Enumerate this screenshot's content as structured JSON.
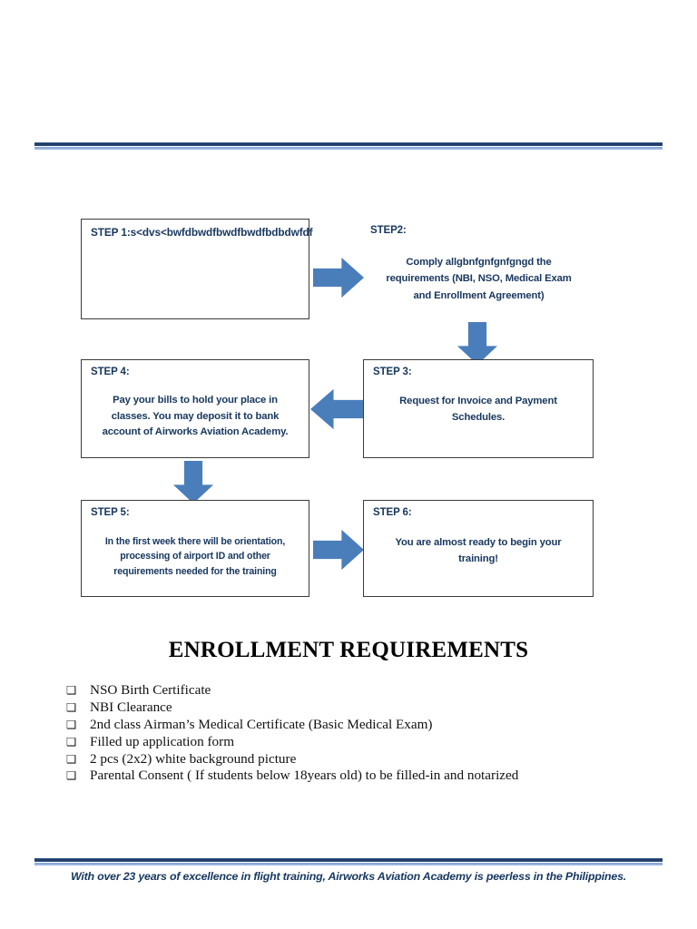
{
  "document": {
    "header_rule": {
      "color_dark": "#1f3864",
      "color_light": "#8faadc"
    },
    "footer_rule": {
      "color_dark": "#1f3864",
      "color_light": "#8faadc"
    }
  },
  "flowchart": {
    "accent_color": "#4a7ebb",
    "text_color": "#17375e",
    "border_color": "#3b3b3b",
    "steps": [
      {
        "id": "step-1",
        "title": "STEP 1:s<dvs<bwfdbwdfbwdfbwdfbdbdwfdf",
        "body_lines": [],
        "boxed": true
      },
      {
        "id": "step-2",
        "title": "STEP2:",
        "body_lines": [
          "Comply allgbnfgnfgnfgngd the",
          "requirements (NBI, NSO, Medical Exam",
          "and Enrollment Agreement)"
        ],
        "boxed": false
      },
      {
        "id": "step-3",
        "title": "STEP 3:",
        "body_lines": [
          "Request for Invoice and Payment",
          "Schedules."
        ],
        "boxed": true
      },
      {
        "id": "step-4",
        "title": "STEP 4:",
        "body_lines": [
          "Pay your bills to hold your place in",
          "classes. You may deposit it to bank",
          "account of Airworks Aviation Academy."
        ],
        "boxed": true
      },
      {
        "id": "step-5",
        "title": "STEP 5:",
        "body_lines": [
          "In the first week there will be orientation,",
          "processing of airport ID and other",
          "requirements needed for the training"
        ],
        "boxed": true
      },
      {
        "id": "step-6",
        "title": "STEP 6:",
        "body_lines": [
          "You are almost ready to begin your",
          "training!"
        ],
        "boxed": true
      }
    ],
    "arrows": [
      {
        "id": "arrow-step1-to-step2",
        "direction": "right"
      },
      {
        "id": "arrow-step2-to-step3",
        "direction": "down"
      },
      {
        "id": "arrow-step3-to-step4",
        "direction": "left"
      },
      {
        "id": "arrow-step4-to-step5",
        "direction": "down"
      },
      {
        "id": "arrow-step5-to-step6",
        "direction": "right"
      }
    ]
  },
  "requirements": {
    "heading": "ENROLLMENT REQUIREMENTS",
    "bullet_glyph": "❑",
    "items": [
      "NSO Birth Certificate",
      "NBI Clearance",
      "2nd class Airman’s Medical Certificate (Basic Medical Exam)",
      "Filled up application form",
      "2 pcs (2x2) white background picture",
      "Parental Consent ( If  students below 18years old) to be filled-in and notarized"
    ]
  },
  "footer": {
    "tagline": "With over 23 years of excellence in flight training, Airworks Aviation Academy is peerless in the Philippines."
  }
}
